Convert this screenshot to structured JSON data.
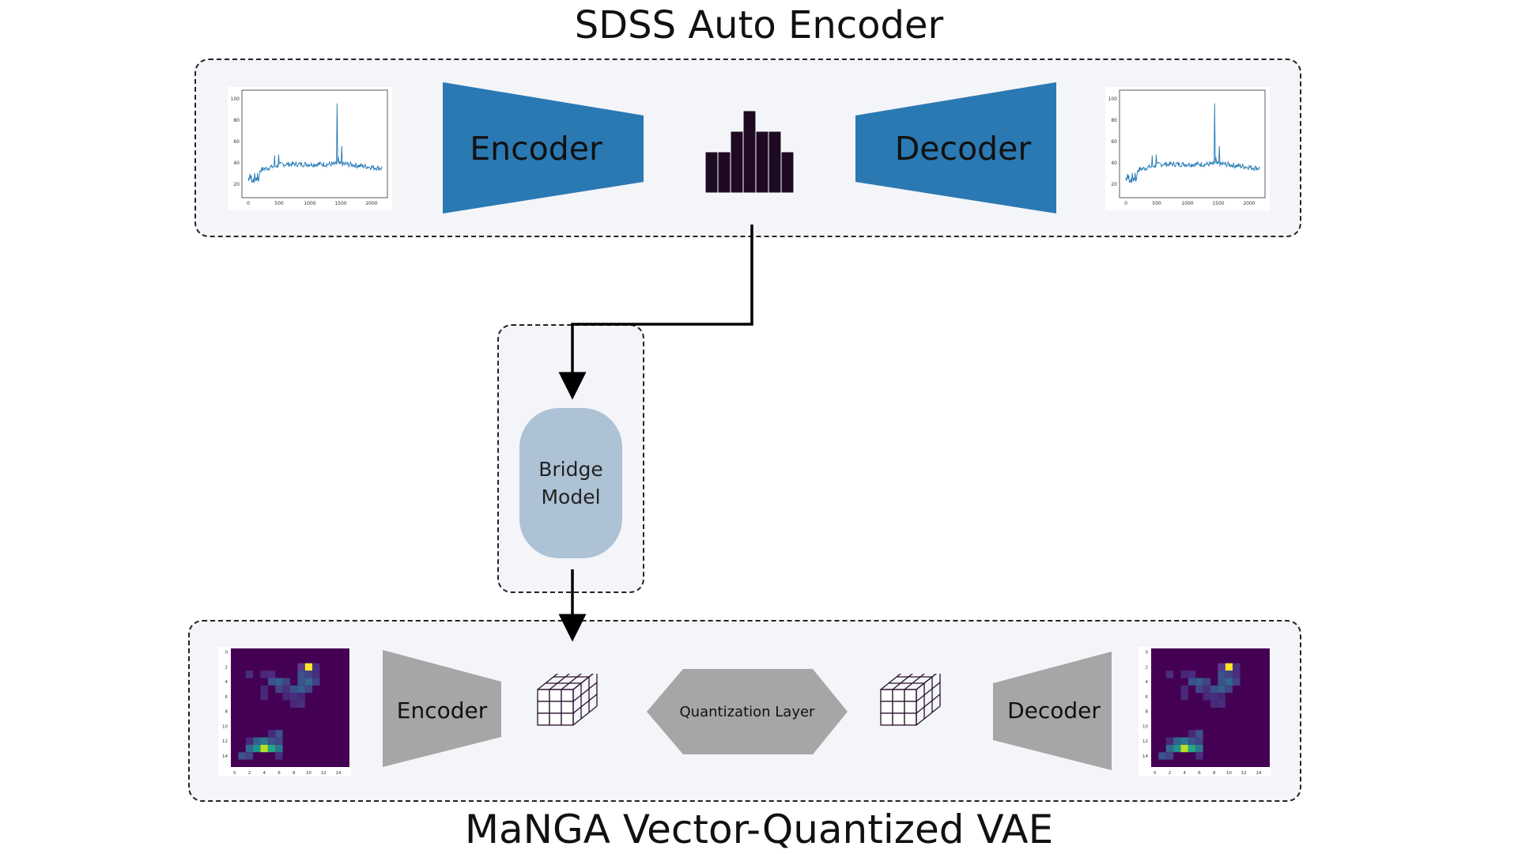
{
  "titles": {
    "top": "SDSS Auto Encoder",
    "bottom": "MaNGA Vector-Quantized VAE"
  },
  "sdss": {
    "encoder_label": "Encoder",
    "decoder_label": "Decoder",
    "block_color": "#2b79b3",
    "latent_color": "#1e0a22",
    "latent_bars": [
      2,
      2,
      3,
      4,
      3,
      3,
      2
    ],
    "spectrum_plot": {
      "x_ticks": [
        "0",
        "500",
        "1000",
        "1500",
        "2000"
      ],
      "y_ticks": [
        "20",
        "40",
        "60",
        "80",
        "100"
      ]
    }
  },
  "bridge": {
    "line1": "Bridge",
    "line2": "Model",
    "color": "#adc2d5"
  },
  "manga": {
    "encoder_label": "Encoder",
    "decoder_label": "Decoder",
    "quantization_label": "Quantization Layer",
    "block_color": "#a6a6a6",
    "map_plot": {
      "x_ticks": [
        "0",
        "2",
        "4",
        "6",
        "8",
        "10",
        "12",
        "14"
      ],
      "y_ticks": [
        "0",
        "2",
        "4",
        "6",
        "8",
        "10",
        "12",
        "14"
      ]
    }
  }
}
